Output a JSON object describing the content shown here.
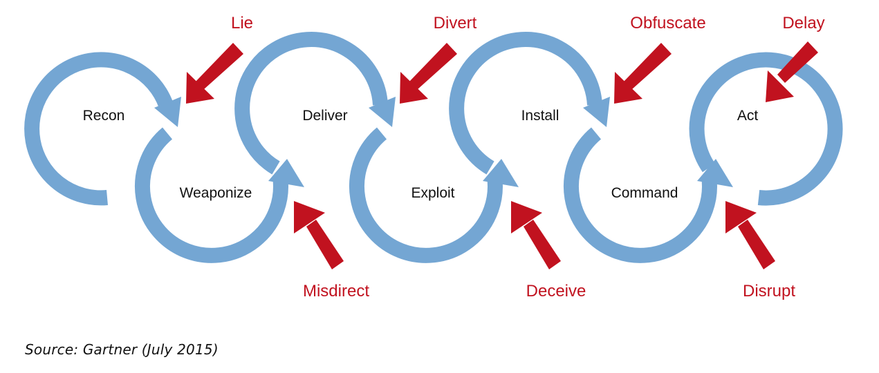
{
  "colors": {
    "loop": "#74a6d3",
    "tactic": "#c1121f",
    "stage_text": "#111111"
  },
  "stages": [
    {
      "label": "Recon"
    },
    {
      "label": "Weaponize"
    },
    {
      "label": "Deliver"
    },
    {
      "label": "Exploit"
    },
    {
      "label": "Install"
    },
    {
      "label": "Command"
    },
    {
      "label": "Act"
    }
  ],
  "tactics": [
    {
      "label": "Lie"
    },
    {
      "label": "Misdirect"
    },
    {
      "label": "Divert"
    },
    {
      "label": "Deceive"
    },
    {
      "label": "Obfuscate"
    },
    {
      "label": "Disrupt"
    },
    {
      "label": "Delay"
    }
  ],
  "source": "Source: Gartner (July 2015)"
}
